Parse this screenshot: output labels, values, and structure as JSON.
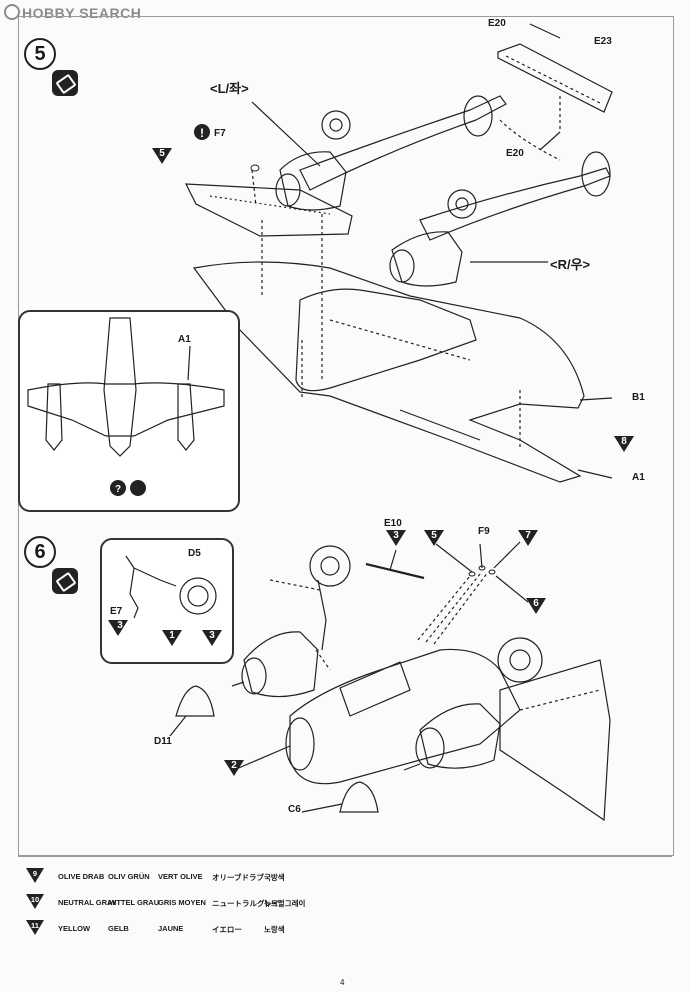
{
  "watermark": {
    "text": "HOBBY SEARCH"
  },
  "steps": [
    {
      "number": "5"
    },
    {
      "number": "6"
    }
  ],
  "step5": {
    "left_label": "<L/좌>",
    "right_label": "<R/우>",
    "parts": {
      "f7": "F7",
      "e20_top": "E20",
      "e23": "E23",
      "e20_bottom": "E20",
      "b1": "B1",
      "a1_main": "A1",
      "a1_inset": "A1"
    },
    "color_callouts": {
      "c5": "5",
      "c8": "8"
    }
  },
  "step6": {
    "parts": {
      "d5": "D5",
      "e7": "E7",
      "e10": "E10",
      "f9": "F9",
      "d11": "D11",
      "c6": "C6"
    },
    "color_callouts": {
      "inset_e7": "3",
      "inset_d5_left": "1",
      "inset_d5_right": "3",
      "e10": "3",
      "c5": "5",
      "c7": "7",
      "c6": "6",
      "c2": "2"
    }
  },
  "legend": [
    {
      "num": "9",
      "en": "OLIVE DRAB",
      "de": "OLIV GRÜN",
      "fr": "VERT OLIVE",
      "ja": "オリーブドラブ",
      "ko": "국방색"
    },
    {
      "num": "10",
      "en": "NEUTRAL GRAY",
      "de": "MITTEL GRAU",
      "fr": "GRIS MOYEN",
      "ja": "ニュートラルグレイ",
      "ko": "뉴트럴그레이"
    },
    {
      "num": "11",
      "en": "YELLOW",
      "de": "GELB",
      "fr": "JAUNE",
      "ja": "イエロー",
      "ko": "노랑색"
    }
  ],
  "page_number": "4",
  "colors": {
    "ink": "#1a1a1a",
    "paper": "#fbfbf9",
    "frame": "#9a9a9a"
  }
}
